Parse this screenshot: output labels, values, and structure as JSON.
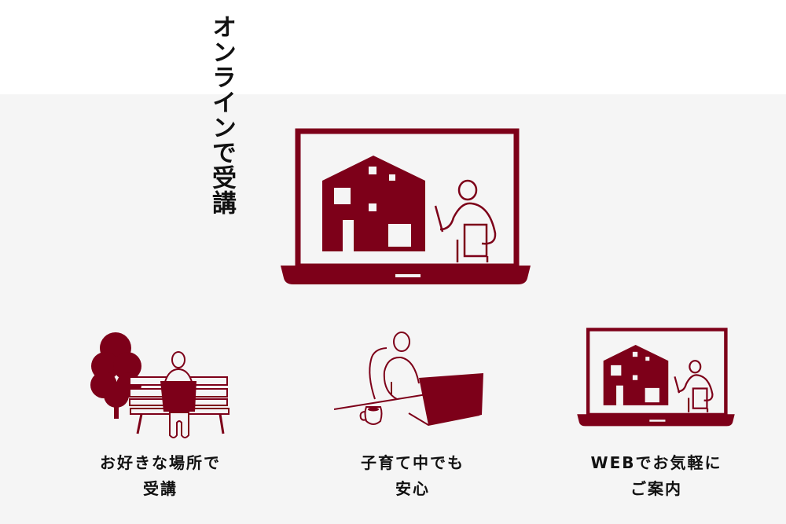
{
  "title": "オンラインで受講",
  "accent_color": "#7d0019",
  "features": [
    {
      "line1": "お好きな場所で",
      "line2": "受講",
      "icon": "bench-laptop-icon"
    },
    {
      "line1": "子育て中でも",
      "line2": "安心",
      "icon": "desk-laptop-icon"
    },
    {
      "line1": "WEBでお気軽に",
      "line2": "ご案内",
      "icon": "laptop-lecture-icon"
    }
  ]
}
